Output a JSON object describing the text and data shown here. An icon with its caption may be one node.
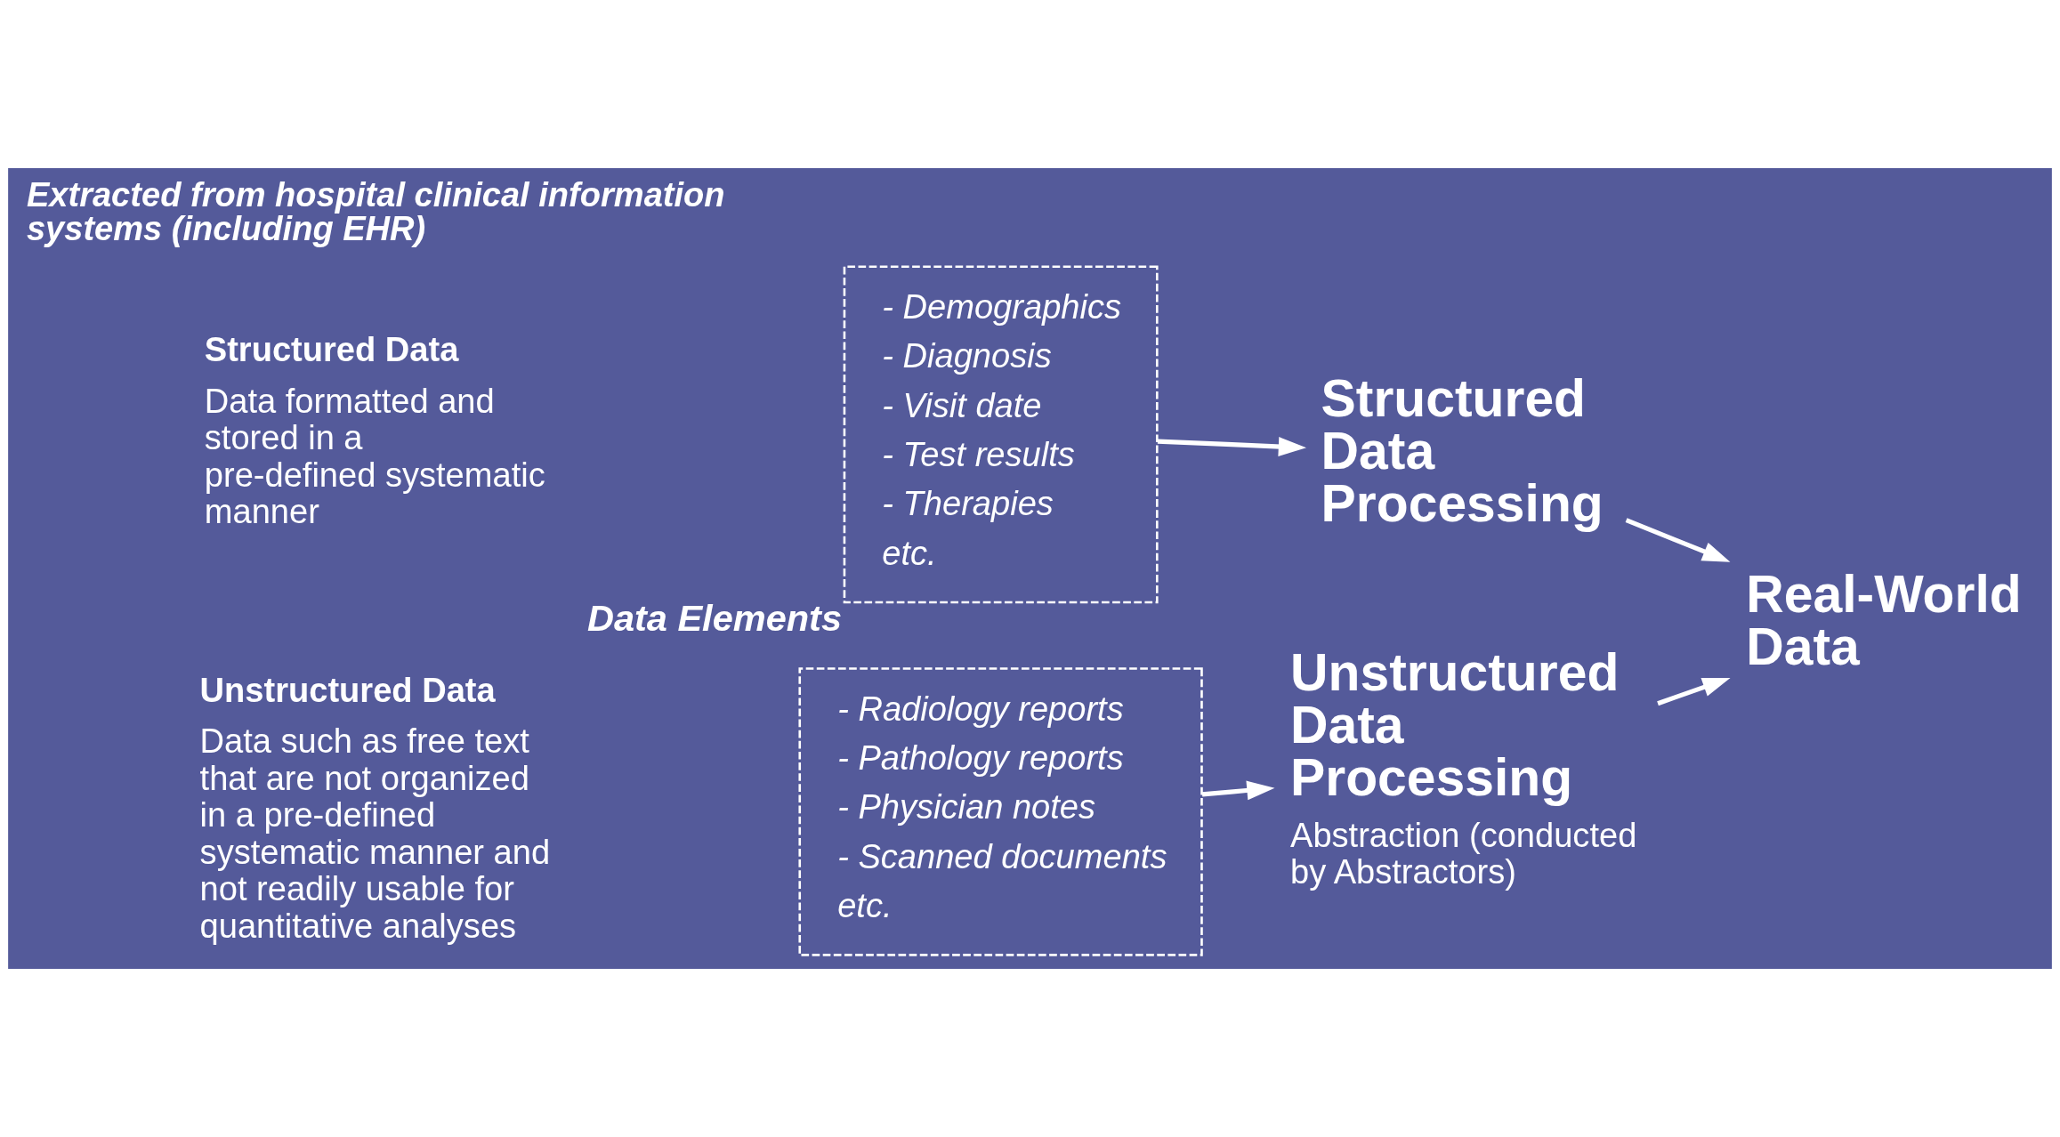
{
  "diagram": {
    "nodes": [
      {
        "text": [
          "Structured Data",
          "Data formatted and stored in a pre-defined systematic manner"
        ]
      },
      {
        "text": [
          "Unstructured Data",
          "Data such as free text that are not organized in a pre-defined systematic manner and not readily usable for quantitative analyses"
        ]
      },
      {
        "text": [
          "Data Elements",
          "- Demographics",
          "- Diagnosis",
          "- Visit date",
          "- Test results",
          "- Therapies",
          "etc."
        ]
      },
      {
        "text": [
          "- Radiology reports",
          "- Pathology reports",
          "- Physician notes",
          "- Scanned documents",
          "etc."
        ]
      },
      {
        "text": [
          "Structured Data Processing"
        ]
      },
      {
        "text": [
          "Unstructured Data Processing"
        ],
        "beside": [
          "Abstraction (conducted by Abstractors)"
        ]
      },
      {
        "text": [
          "Real-World Data"
        ]
      }
    ],
    "edges": [
      {
        "from": 2,
        "to": 4,
        "arrow": "to"
      },
      {
        "from": 3,
        "to": 5,
        "arrow": "to"
      },
      {
        "from": 4,
        "to": 6,
        "arrow": "to"
      },
      {
        "from": 5,
        "to": 6,
        "arrow": "to"
      }
    ],
    "labels": [
      "Extracted from hospital clinical information systems (including EHR)"
    ]
  }
}
